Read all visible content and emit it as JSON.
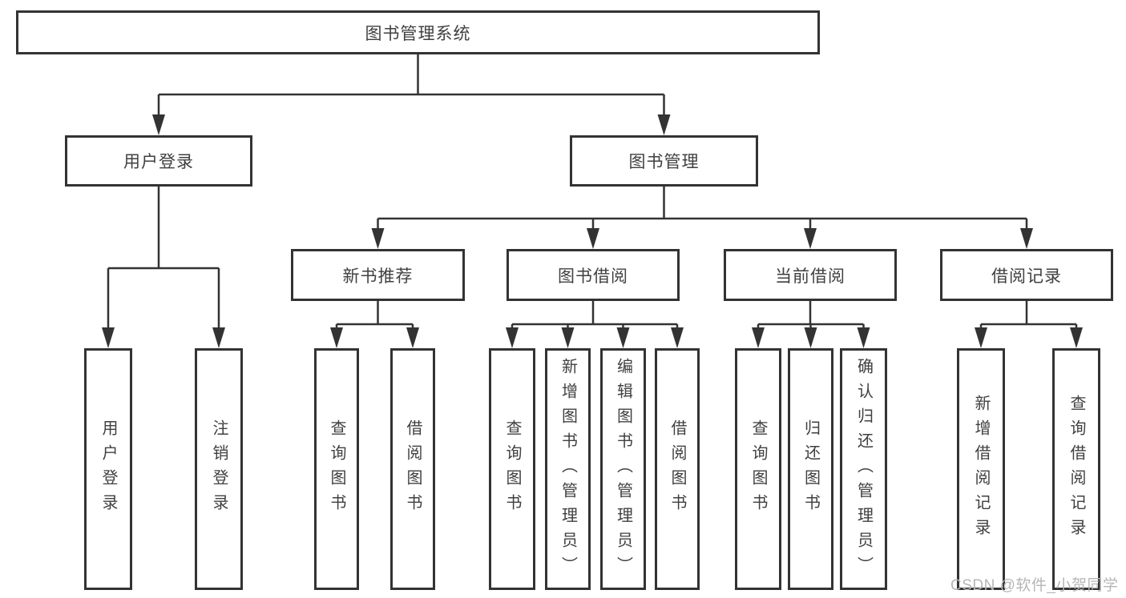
{
  "colors": {
    "line": "#333333",
    "node_border": "#333333",
    "text": "#404040",
    "watermark": "#b6b6b6",
    "background": "#ffffff"
  },
  "watermark": "CSDN @软件_小贺同学",
  "tree": {
    "root": "图书管理系统",
    "branches": [
      {
        "label": "用户登录",
        "leaves": [
          "用户登录",
          "注销登录"
        ]
      },
      {
        "label": "图书管理",
        "groups": [
          {
            "label": "新书推荐",
            "leaves": [
              "查询图书",
              "借阅图书"
            ]
          },
          {
            "label": "图书借阅",
            "leaves": [
              "查询图书",
              "新增图书（管理员）",
              "编辑图书（管理员）",
              "借阅图书"
            ]
          },
          {
            "label": "当前借阅",
            "leaves": [
              "查询图书",
              "归还图书",
              "确认归还（管理员）"
            ]
          },
          {
            "label": "借阅记录",
            "leaves": [
              "新增借阅记录",
              "查询借阅记录"
            ]
          }
        ]
      }
    ]
  }
}
